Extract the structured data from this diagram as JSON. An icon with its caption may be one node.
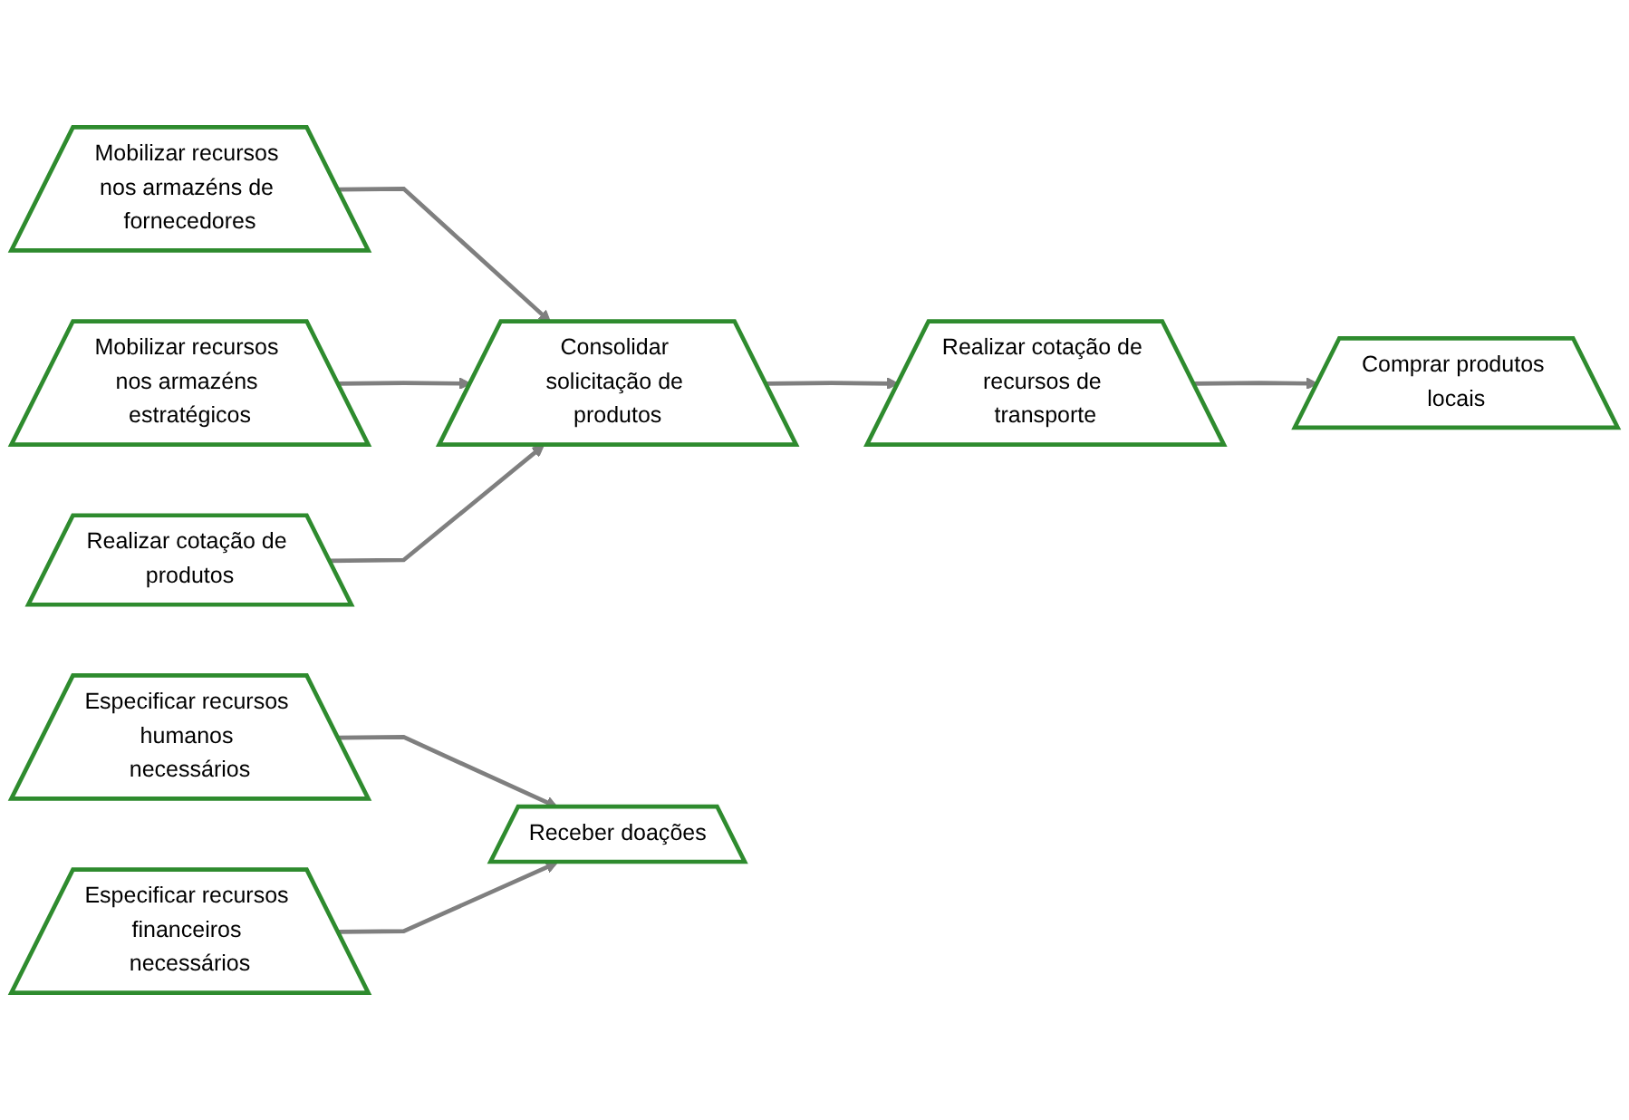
{
  "diagram": {
    "nodes": [
      {
        "text": [
          "Mobilizar recursos nos armazéns de fornecedores"
        ]
      },
      {
        "text": [
          "Mobilizar recursos nos armazéns estratégicos"
        ]
      },
      {
        "text": [
          "Realizar cotação de produtos"
        ]
      },
      {
        "text": [
          "Consolidar solicitação de produtos"
        ]
      },
      {
        "text": [
          "Realizar cotação de recursos de transporte"
        ]
      },
      {
        "text": [
          "Comprar produtos locais"
        ]
      },
      {
        "text": [
          "Especificar recursos humanos necessários"
        ]
      },
      {
        "text": [
          "Especificar recursos financeiros necessários"
        ]
      },
      {
        "text": [
          "Receber doações"
        ]
      }
    ],
    "edges": [
      {
        "from": 0,
        "to": 3,
        "arrow": "to"
      },
      {
        "from": 1,
        "to": 3,
        "arrow": "to"
      },
      {
        "from": 2,
        "to": 3,
        "arrow": "to"
      },
      {
        "from": 3,
        "to": 4,
        "arrow": "to"
      },
      {
        "from": 4,
        "to": 5,
        "arrow": "to"
      },
      {
        "from": 6,
        "to": 8,
        "arrow": "to"
      },
      {
        "from": 7,
        "to": 8,
        "arrow": "to"
      }
    ]
  }
}
